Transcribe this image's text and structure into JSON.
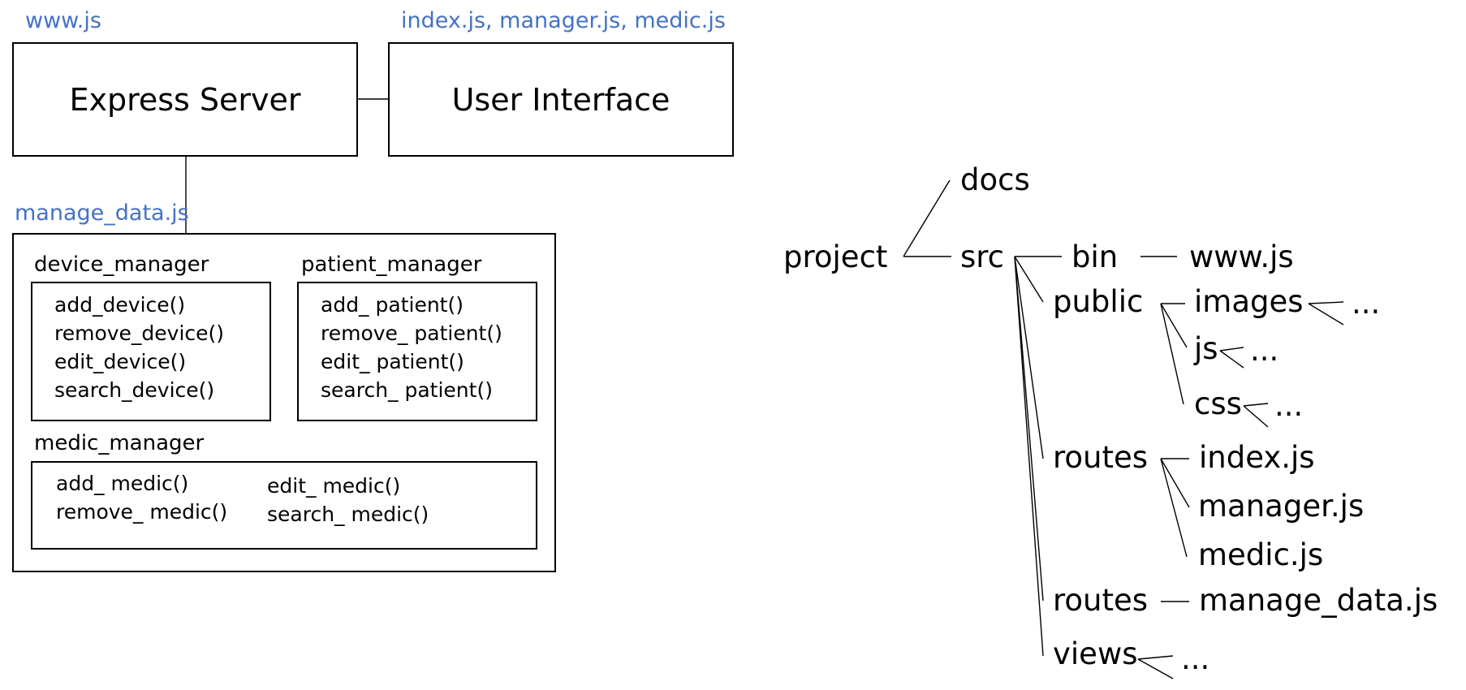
{
  "architecture": {
    "top_files_left": "www.js",
    "top_files_right": "index.js, manager.js, medic.js",
    "express_server": "Express Server",
    "user_interface": "User Interface",
    "data_file": "manage_data.js",
    "device_manager": {
      "title": "device_manager",
      "functions": [
        "add_device()",
        "remove_device()",
        "edit_device()",
        "search_device()"
      ]
    },
    "patient_manager": {
      "title": "patient_manager",
      "functions": [
        "add_ patient()",
        "remove_ patient()",
        "edit_ patient()",
        "search_ patient()"
      ]
    },
    "medic_manager": {
      "title": "medic_manager",
      "functions_left": [
        "add_ medic()",
        "remove_ medic()"
      ],
      "functions_right": [
        "edit_ medic()",
        "search_ medic()"
      ]
    },
    "accent_color": "#4472c4"
  },
  "tree": {
    "root": "project",
    "docs": "docs",
    "src": "src",
    "bin": "bin",
    "www": "www.js",
    "public": "public",
    "images": "images",
    "js": "js",
    "css": "css",
    "ellipsis": "...",
    "routes1": "routes",
    "index": "index.js",
    "manager": "manager.js",
    "medic": "medic.js",
    "routes2": "routes",
    "manage_data": "manage_data.js",
    "views": "views"
  }
}
